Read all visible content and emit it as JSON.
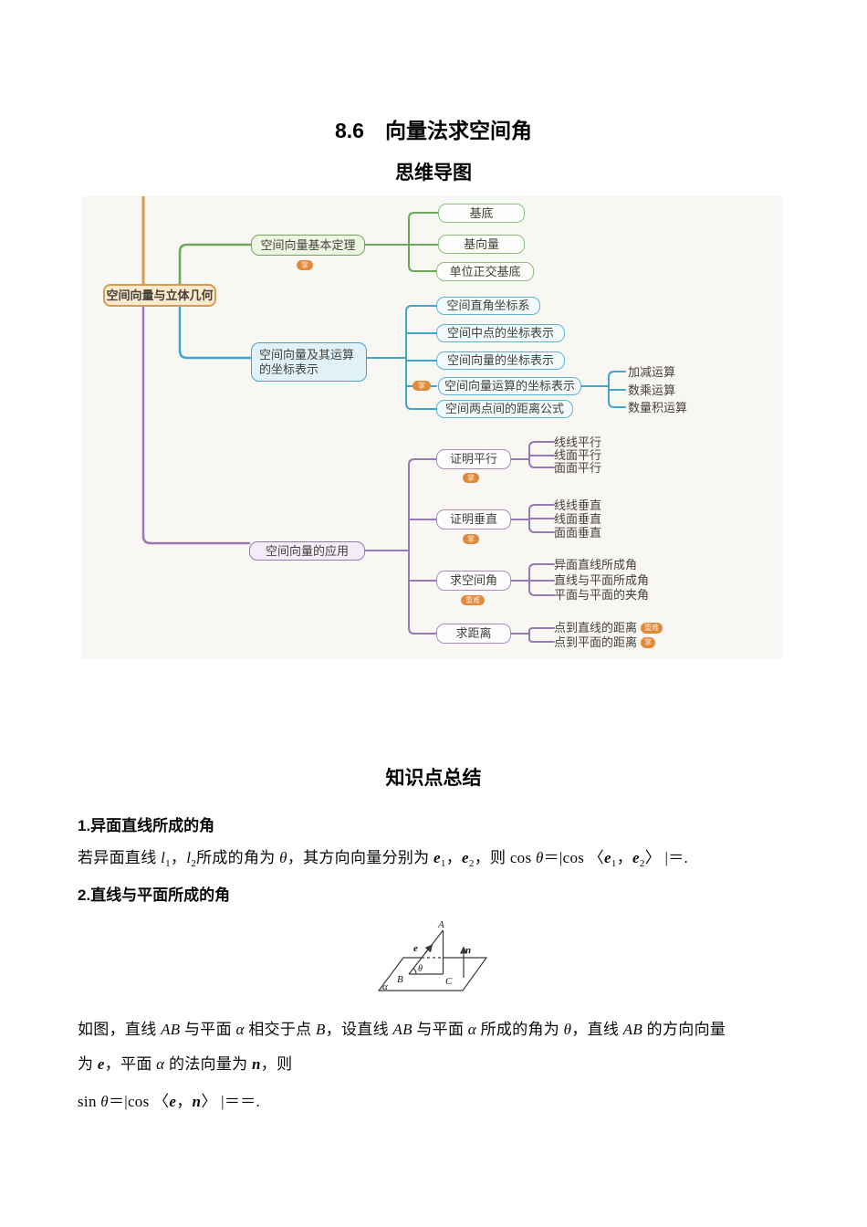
{
  "headings": {
    "title": "8.6　向量法求空间角",
    "mindmap_title": "思维导图",
    "summary_title": "知识点总结",
    "point1": "1.异面直线所成的角",
    "point2": "2.直线与平面所成的角"
  },
  "mindmap": {
    "root": {
      "label": "空间向量与立体几何"
    },
    "branches": [
      {
        "label": "空间向量基本定理",
        "badge": "掌",
        "children": [
          {
            "label": "基底"
          },
          {
            "label": "基向量"
          },
          {
            "label": "单位正交基底"
          }
        ]
      },
      {
        "label_line1": "空间向量及其运算",
        "label_line2": "的坐标表示",
        "children": [
          {
            "label": "空间直角坐标系"
          },
          {
            "label": "空间中点的坐标表示"
          },
          {
            "label": "空间向量的坐标表示"
          },
          {
            "label": "空间向量运算的坐标表示",
            "badge": "掌",
            "children": [
              {
                "label": "加减运算"
              },
              {
                "label": "数乘运算"
              },
              {
                "label": "数量积运算"
              }
            ]
          },
          {
            "label": "空间两点间的距离公式"
          }
        ]
      },
      {
        "label": "空间向量的应用",
        "children": [
          {
            "label": "证明平行",
            "badge": "掌",
            "children": [
              {
                "label": "线线平行"
              },
              {
                "label": "线面平行"
              },
              {
                "label": "面面平行"
              }
            ]
          },
          {
            "label": "证明垂直",
            "badge": "掌",
            "children": [
              {
                "label": "线线垂直"
              },
              {
                "label": "线面垂直"
              },
              {
                "label": "面面垂直"
              }
            ]
          },
          {
            "label": "求空间角",
            "badge": "重难",
            "children": [
              {
                "label": "异面直线所成角"
              },
              {
                "label": "直线与平面所成角"
              },
              {
                "label": "平面与平面的夹角"
              }
            ]
          },
          {
            "label": "求距离",
            "children": [
              {
                "label": "点到直线的距离",
                "badge": "重难"
              },
              {
                "label": "点到平面的距离",
                "badge": "掌"
              }
            ]
          }
        ]
      }
    ]
  },
  "knowledge": {
    "p1": [
      {
        "t": "若异面直线 "
      },
      {
        "t": "l",
        "s": "i"
      },
      {
        "t": "1",
        "s": "sub"
      },
      {
        "t": "，"
      },
      {
        "t": "l",
        "s": "i"
      },
      {
        "t": "2",
        "s": "sub"
      },
      {
        "t": "所成的角为 "
      },
      {
        "t": "θ",
        "s": "i"
      },
      {
        "t": "，其方向向量分别为 "
      },
      {
        "t": "e",
        "s": "bi"
      },
      {
        "t": "1",
        "s": "sub"
      },
      {
        "t": "，"
      },
      {
        "t": "e",
        "s": "bi"
      },
      {
        "t": "2",
        "s": "sub"
      },
      {
        "t": "，则 cos "
      },
      {
        "t": "θ",
        "s": "i"
      },
      {
        "t": "＝|cos 〈"
      },
      {
        "t": "e",
        "s": "bi"
      },
      {
        "t": "1",
        "s": "sub"
      },
      {
        "t": "，"
      },
      {
        "t": "e",
        "s": "bi"
      },
      {
        "t": "2",
        "s": "sub"
      },
      {
        "t": "〉 |＝."
      }
    ],
    "p2_lines": [
      [
        {
          "t": "如图，直线 "
        },
        {
          "t": "AB",
          "s": "i"
        },
        {
          "t": " 与平面 "
        },
        {
          "t": "α",
          "s": "i"
        },
        {
          "t": " 相交于点 "
        },
        {
          "t": "B",
          "s": "i"
        },
        {
          "t": "，设直线 "
        },
        {
          "t": "AB",
          "s": "i"
        },
        {
          "t": " 与平面 "
        },
        {
          "t": "α",
          "s": "i"
        },
        {
          "t": " 所成的角为 "
        },
        {
          "t": "θ",
          "s": "i"
        },
        {
          "t": "，直线 "
        },
        {
          "t": "AB",
          "s": "i"
        },
        {
          "t": " 的方向向量"
        }
      ],
      [
        {
          "t": "为 "
        },
        {
          "t": "e",
          "s": "bi"
        },
        {
          "t": "，平面 "
        },
        {
          "t": "α",
          "s": "i"
        },
        {
          "t": " 的法向量为 "
        },
        {
          "t": "n",
          "s": "bi"
        },
        {
          "t": "，则"
        }
      ],
      [
        {
          "t": "sin "
        },
        {
          "t": "θ",
          "s": "i"
        },
        {
          "t": "＝|cos 〈"
        },
        {
          "t": "e",
          "s": "bi"
        },
        {
          "t": "，"
        },
        {
          "t": "n",
          "s": "bi"
        },
        {
          "t": "〉 |＝＝."
        }
      ]
    ]
  },
  "figure": {
    "A": "A",
    "B": "B",
    "C": "C",
    "alpha": "α",
    "theta": "θ",
    "e": "e",
    "n": "n"
  },
  "colors": {
    "trunk": "#D99B50",
    "branch1_green": "#6CA858",
    "branch2_blue": "#41A6CA",
    "branch3_purple": "#9779B3",
    "badge_orange": "#E08A3C",
    "root_fill": "#FAE9CB",
    "root_border": "#D79C52",
    "mindmap_bg": "#F9F7F3"
  }
}
